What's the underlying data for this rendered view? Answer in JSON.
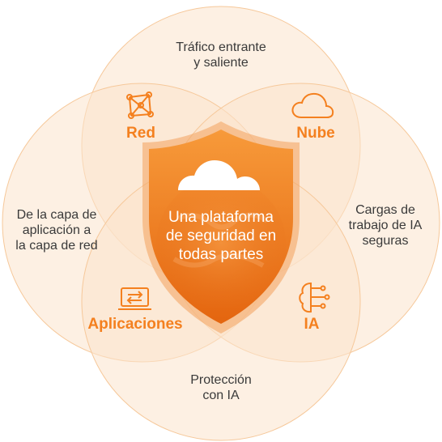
{
  "colors": {
    "accent": "#f4801f",
    "circle_fill": "#fbe6d0",
    "circle_stroke": "#f6c89a",
    "shield_dark": "#e36a12",
    "shield_light": "#f7932e",
    "text": "#3a3a3a"
  },
  "center": {
    "text": "Una plataforma\nde seguridad en\ntodas partes",
    "icon": "cloud-icon"
  },
  "outer_labels": {
    "top": "Tráfico entrante\ny saliente",
    "left": "De la capa de\naplicación a\nla capa de red",
    "right": "Cargas de\ntrabajo de IA\nseguras",
    "bottom": "Protección\ncon IA"
  },
  "nodes": {
    "red": {
      "label": "Red",
      "icon": "network-icon"
    },
    "nube": {
      "label": "Nube",
      "icon": "cloud-outline-icon"
    },
    "aplicaciones": {
      "label": "Aplicaciones",
      "icon": "app-window-icon"
    },
    "ia": {
      "label": "IA",
      "icon": "brain-circuit-icon"
    }
  }
}
